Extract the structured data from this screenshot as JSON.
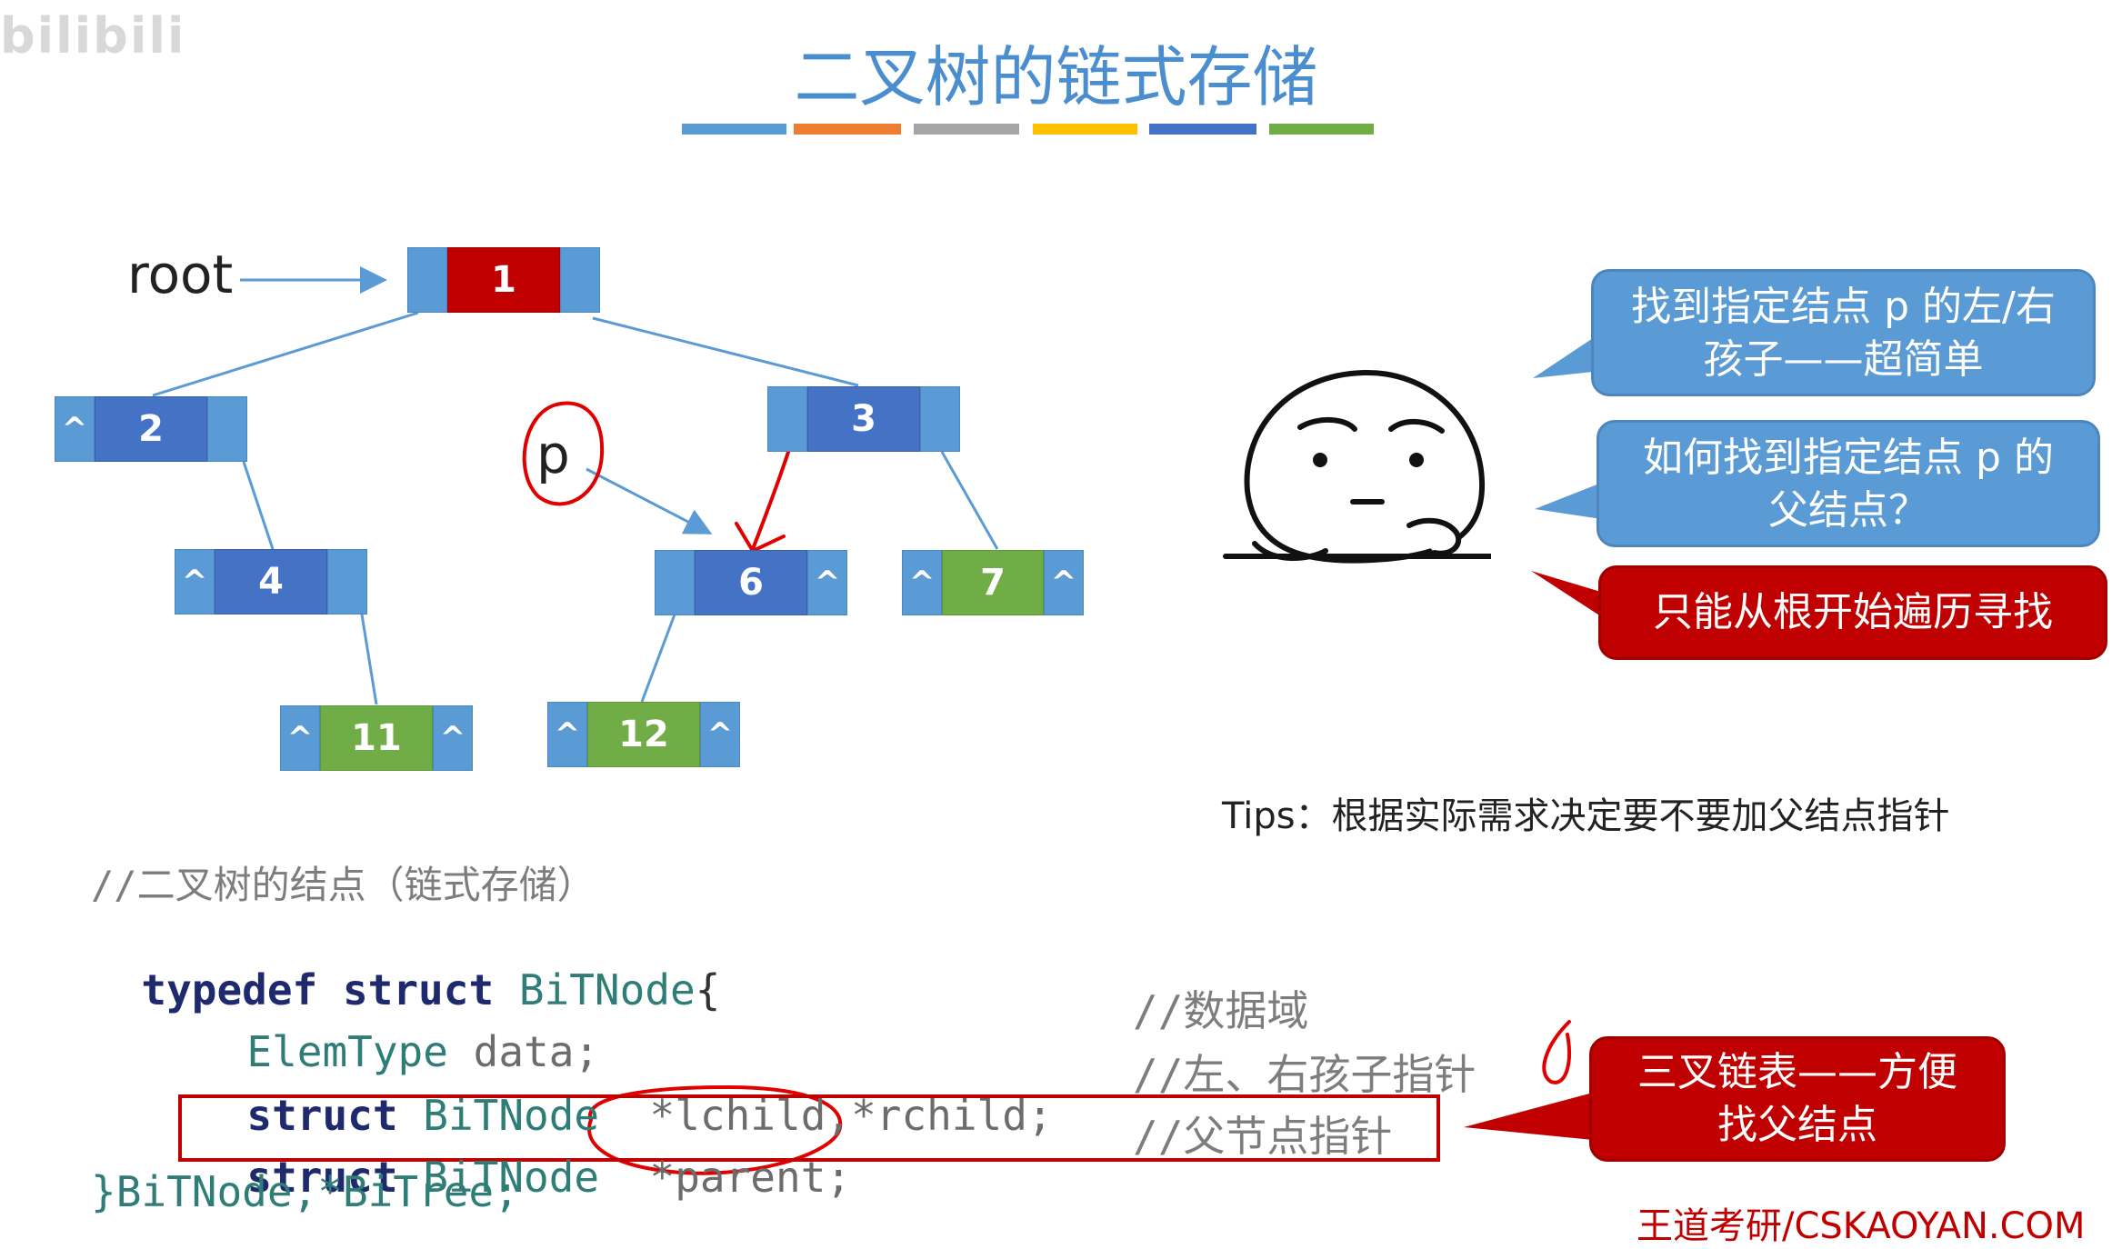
{
  "watermark": "bilibili",
  "title": "二叉树的链式存储",
  "title_bar_colors": [
    "#5b9bd5",
    "#ed7d31",
    "#a5a5a5",
    "#ffc000",
    "#4472c4",
    "#70ad47"
  ],
  "labels": {
    "root": "root",
    "p": "p"
  },
  "null_symbol": "^",
  "nodes": {
    "n1": "1",
    "n2": "2",
    "n3": "3",
    "n4": "4",
    "n6": "6",
    "n7": "7",
    "n11": "11",
    "n12": "12"
  },
  "colors": {
    "red": "#c00000",
    "blue": "#4472c4",
    "green": "#70ad47",
    "pointer": "#5b9bd5",
    "annotation": "#e00000"
  },
  "bubbles": {
    "b1_line1": "找到指定结点 p 的左/右",
    "b1_line2": "孩子——超简单",
    "b2_line1": "如何找到指定结点 p 的",
    "b2_line2": "父结点？",
    "b3": "只能从根开始遍历寻找",
    "b4_line1": "三叉链表——方便",
    "b4_line2": "找父结点"
  },
  "tips": "Tips：根据实际需求决定要不要加父结点指针",
  "code": {
    "comment_header": "//二叉树的结点（链式存储）",
    "kw_typedef": "typedef",
    "kw_struct": "struct",
    "type_bitnode": "BiTNode",
    "open_brace": "{",
    "type_elemtype": "ElemType",
    "field_data": "data;",
    "comment_data": "//数据域",
    "field_children": "*lchild,*rchild;",
    "comment_children": "//左、右孩子指针",
    "field_parent": "*parent;",
    "comment_parent": "//父节点指针",
    "closing": "}BiTNode,*BiTree;"
  },
  "footer": "王道考研/CSKAOYAN.COM"
}
